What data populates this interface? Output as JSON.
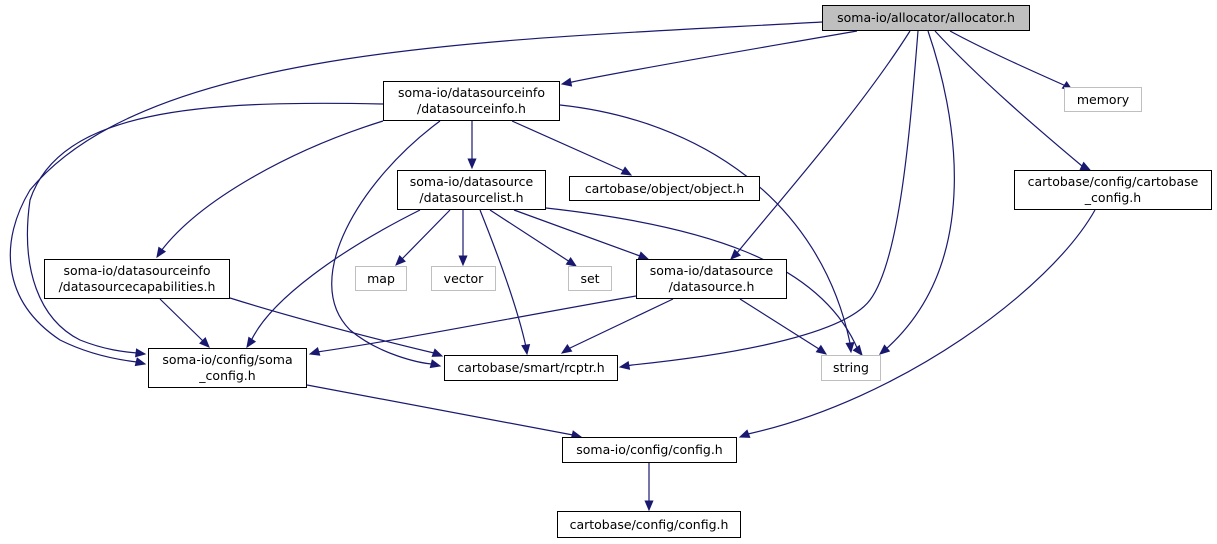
{
  "colors": {
    "edge": "#191970",
    "root_fill": "#bfbfbf",
    "external_border": "#bfbfbf",
    "node_border": "#000000"
  },
  "nodes": {
    "allocator": "soma-io/allocator/allocator.h",
    "datasourceinfo": "soma-io/datasourceinfo\n/datasourceinfo.h",
    "memory": "memory",
    "datasourcelist": "soma-io/datasource\n/datasourcelist.h",
    "object": "cartobase/object/object.h",
    "cartobase_config": "cartobase/config/cartobase\n_config.h",
    "datasourcecapabilities": "soma-io/datasourceinfo\n/datasourcecapabilities.h",
    "map": "map",
    "vector": "vector",
    "set": "set",
    "datasource": "soma-io/datasource\n/datasource.h",
    "soma_config": "soma-io/config/soma\n_config.h",
    "rcptr": "cartobase/smart/rcptr.h",
    "string": "string",
    "somaio_config": "soma-io/config/config.h",
    "cartobase_config_config": "cartobase/config/config.h"
  }
}
